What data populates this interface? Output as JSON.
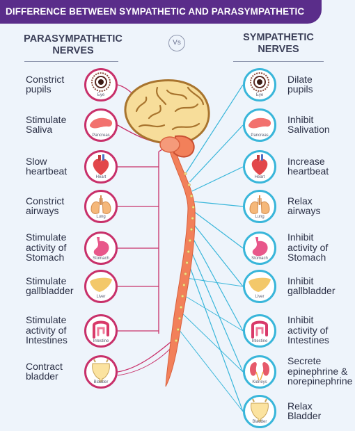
{
  "title": "DIFFERENCE BETWEEN SYMPATHETIC AND PARASYMPATHETIC",
  "left_header": [
    "PARASYMPATHETIC",
    "NERVES"
  ],
  "right_header": [
    "SYMPATHETIC",
    "NERVES"
  ],
  "vs_label": "Vs",
  "colors": {
    "banner": "#5a2d8a",
    "parasympathetic": "#c8306a",
    "sympathetic": "#39b6da",
    "spine": "#f2805a",
    "brain": "#f7dd9a"
  },
  "parasympathetic": [
    {
      "lines": [
        "Constrict",
        "pupils"
      ],
      "organ": "Eye",
      "icon": "eye-icon"
    },
    {
      "lines": [
        "Stimulate",
        "Saliva"
      ],
      "organ": "Pancreas",
      "icon": "pancreas-icon"
    },
    {
      "lines": [
        "Slow",
        "heartbeat"
      ],
      "organ": "Heart",
      "icon": "heart-icon"
    },
    {
      "lines": [
        "Constrict",
        "airways"
      ],
      "organ": "Lung",
      "icon": "lung-icon"
    },
    {
      "lines": [
        "Stimulate",
        "activity of",
        "Stomach"
      ],
      "organ": "Stomach",
      "icon": "stomach-icon"
    },
    {
      "lines": [
        "Stimulate",
        "gallbladder"
      ],
      "organ": "Liver",
      "icon": "liver-icon"
    },
    {
      "lines": [
        "Stimulate",
        "activity of",
        "Intestines"
      ],
      "organ": "Intestine",
      "icon": "intestine-icon"
    },
    {
      "lines": [
        "Contract",
        "bladder"
      ],
      "organ": "Bladder",
      "icon": "bladder-icon"
    }
  ],
  "sympathetic": [
    {
      "lines": [
        "Dilate",
        "pupils"
      ],
      "organ": "Eye",
      "icon": "eye-icon"
    },
    {
      "lines": [
        "Inhibit",
        "Salivation"
      ],
      "organ": "Pancreas",
      "icon": "pancreas-icon"
    },
    {
      "lines": [
        "Increase",
        "heartbeat"
      ],
      "organ": "Heart",
      "icon": "heart-icon"
    },
    {
      "lines": [
        "Relax",
        "airways"
      ],
      "organ": "Lung",
      "icon": "lung-icon"
    },
    {
      "lines": [
        "Inhibit",
        "activity of",
        "Stomach"
      ],
      "organ": "Stomach",
      "icon": "stomach-icon"
    },
    {
      "lines": [
        "Inhibit",
        "gallbladder"
      ],
      "organ": "Liver",
      "icon": "liver-icon"
    },
    {
      "lines": [
        "Inhibit",
        "activity of",
        "Intestines"
      ],
      "organ": "Intestine",
      "icon": "intestine-icon"
    },
    {
      "lines": [
        "Secrete",
        "epinephrine &",
        "norepinephrine"
      ],
      "organ": "Kidneys",
      "icon": "kidney-icon"
    },
    {
      "lines": [
        "Relax",
        "Bladder"
      ],
      "organ": "Bladder",
      "icon": "bladder-icon"
    }
  ]
}
